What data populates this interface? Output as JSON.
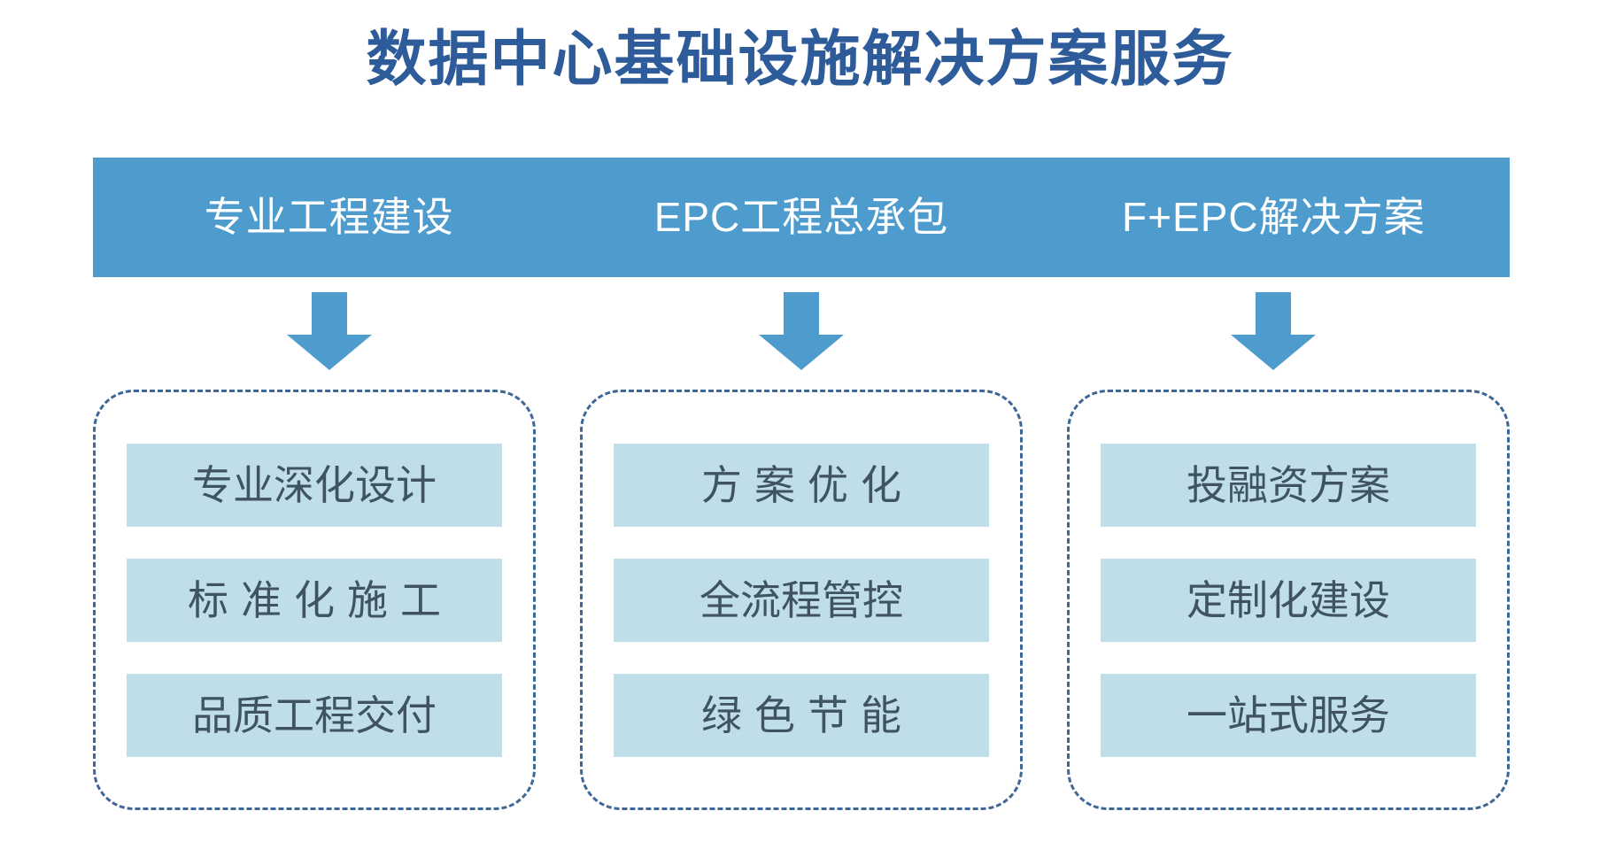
{
  "title": "数据中心基础设施解决方案服务",
  "colors": {
    "title_blue": "#2e5c9a",
    "header_blue": "#4e9bce",
    "arrow_blue": "#4e9bce",
    "item_fill": "#bfdee8",
    "item_text": "#3f5361",
    "dashed_border": "#3f6796",
    "background": "#ffffff"
  },
  "header": {
    "sections": [
      {
        "label": "专业工程建设"
      },
      {
        "label": "EPC工程总承包"
      },
      {
        "label": "F+EPC解决方案"
      }
    ]
  },
  "arrows": [
    {
      "icon": "arrow-down-icon"
    },
    {
      "icon": "arrow-down-icon"
    },
    {
      "icon": "arrow-down-icon"
    }
  ],
  "columns": [
    {
      "name": "专业工程建设",
      "items": [
        {
          "label": "专业深化设计",
          "spaced": false
        },
        {
          "label": "标准化施工",
          "spaced": true
        },
        {
          "label": "品质工程交付",
          "spaced": false
        }
      ]
    },
    {
      "name": "EPC工程总承包",
      "items": [
        {
          "label": "方案优化",
          "spaced": true
        },
        {
          "label": "全流程管控",
          "spaced": false
        },
        {
          "label": "绿色节能",
          "spaced": true
        }
      ]
    },
    {
      "name": "F+EPC解决方案",
      "items": [
        {
          "label": "投融资方案",
          "spaced": false
        },
        {
          "label": "定制化建设",
          "spaced": false
        },
        {
          "label": "一站式服务",
          "spaced": false
        }
      ]
    }
  ]
}
